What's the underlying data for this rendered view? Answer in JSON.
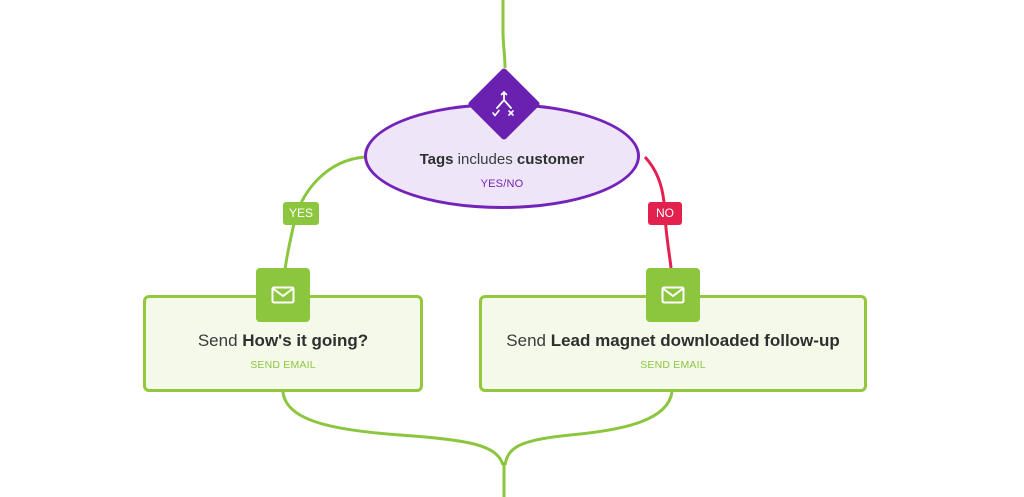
{
  "condition": {
    "prefix": "Tags",
    "middle": " includes ",
    "value": "customer",
    "type": "YES/NO",
    "icon": "split-branch-icon"
  },
  "branches": {
    "yes_label": "YES",
    "no_label": "NO",
    "yes_color": "#8cc63f",
    "no_color": "#e2214f"
  },
  "actions": [
    {
      "prefix": "Send ",
      "name": "How's it going?",
      "type": "SEND EMAIL",
      "icon": "envelope-icon"
    },
    {
      "prefix": "Send ",
      "name": "Lead magnet downloaded follow-up",
      "type": "SEND EMAIL",
      "icon": "envelope-icon"
    }
  ],
  "colors": {
    "condition_accent": "#7323b8",
    "condition_fill": "#efe5f8",
    "action_accent": "#93c83d",
    "action_fill": "#f4f9ea"
  }
}
